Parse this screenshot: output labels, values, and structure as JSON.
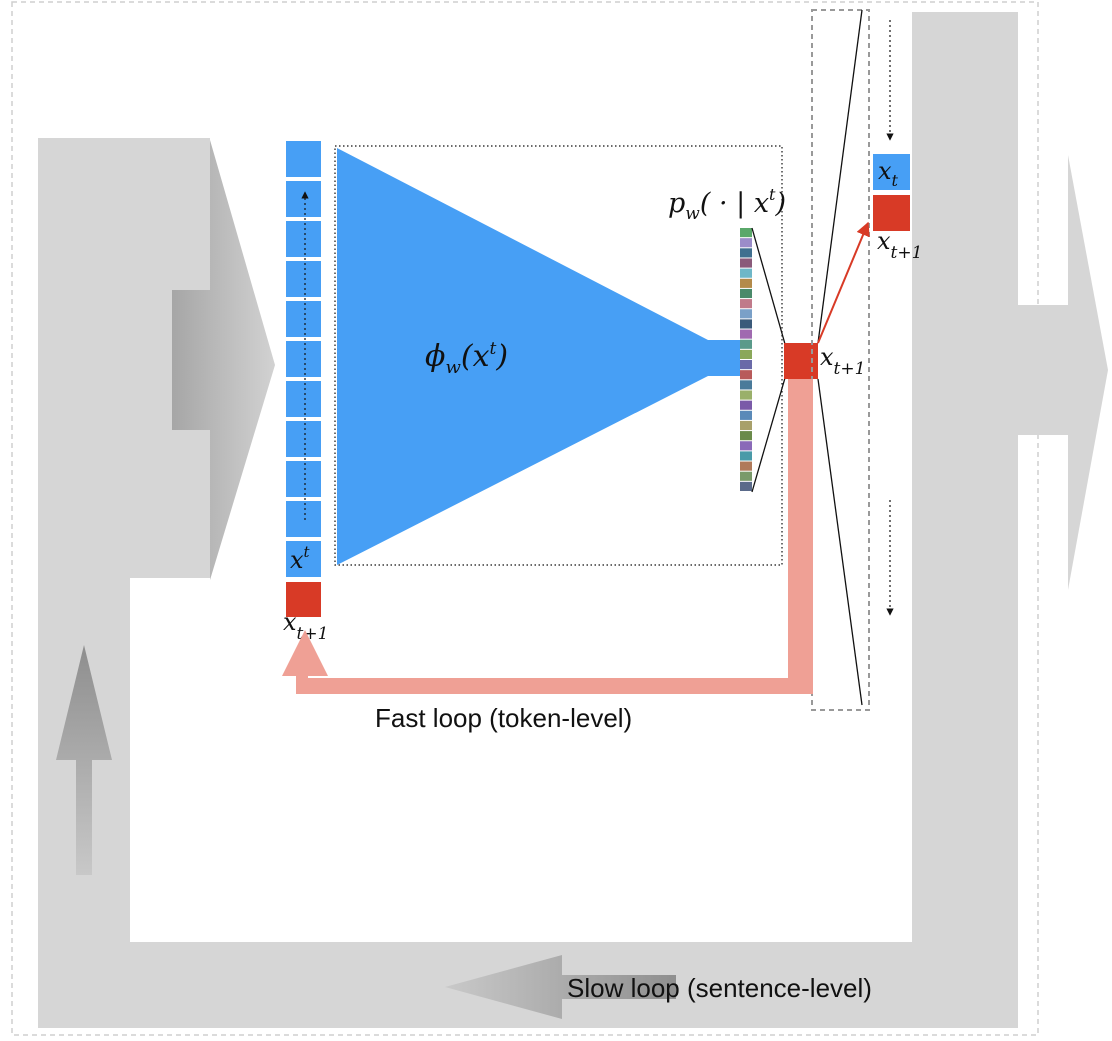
{
  "labels": {
    "fast_loop": "Fast loop (token-level)",
    "slow_loop": "Slow loop (sentence-level)"
  },
  "math": {
    "phi_main": "ϕ",
    "phi_sub": "w",
    "phi_arg": "(x",
    "phi_sup": "t",
    "phi_close": ")",
    "p_main": "p",
    "p_sub": "w",
    "p_arg": "( · | x",
    "p_sup": "t",
    "p_close": ")",
    "x_main": "x",
    "x_sup": "t",
    "x_next_sub": "t+1",
    "x_t_sub": "t"
  },
  "colors": {
    "blue": "#479ff5",
    "red": "#d83a26",
    "pink": "#efa095",
    "gray": "#d6d6d6",
    "dark_gray": "#a8a8a8"
  },
  "icons": {
    "big_arrows": "gray-arrow-icon",
    "feedback": "pink-arrow-icon"
  }
}
